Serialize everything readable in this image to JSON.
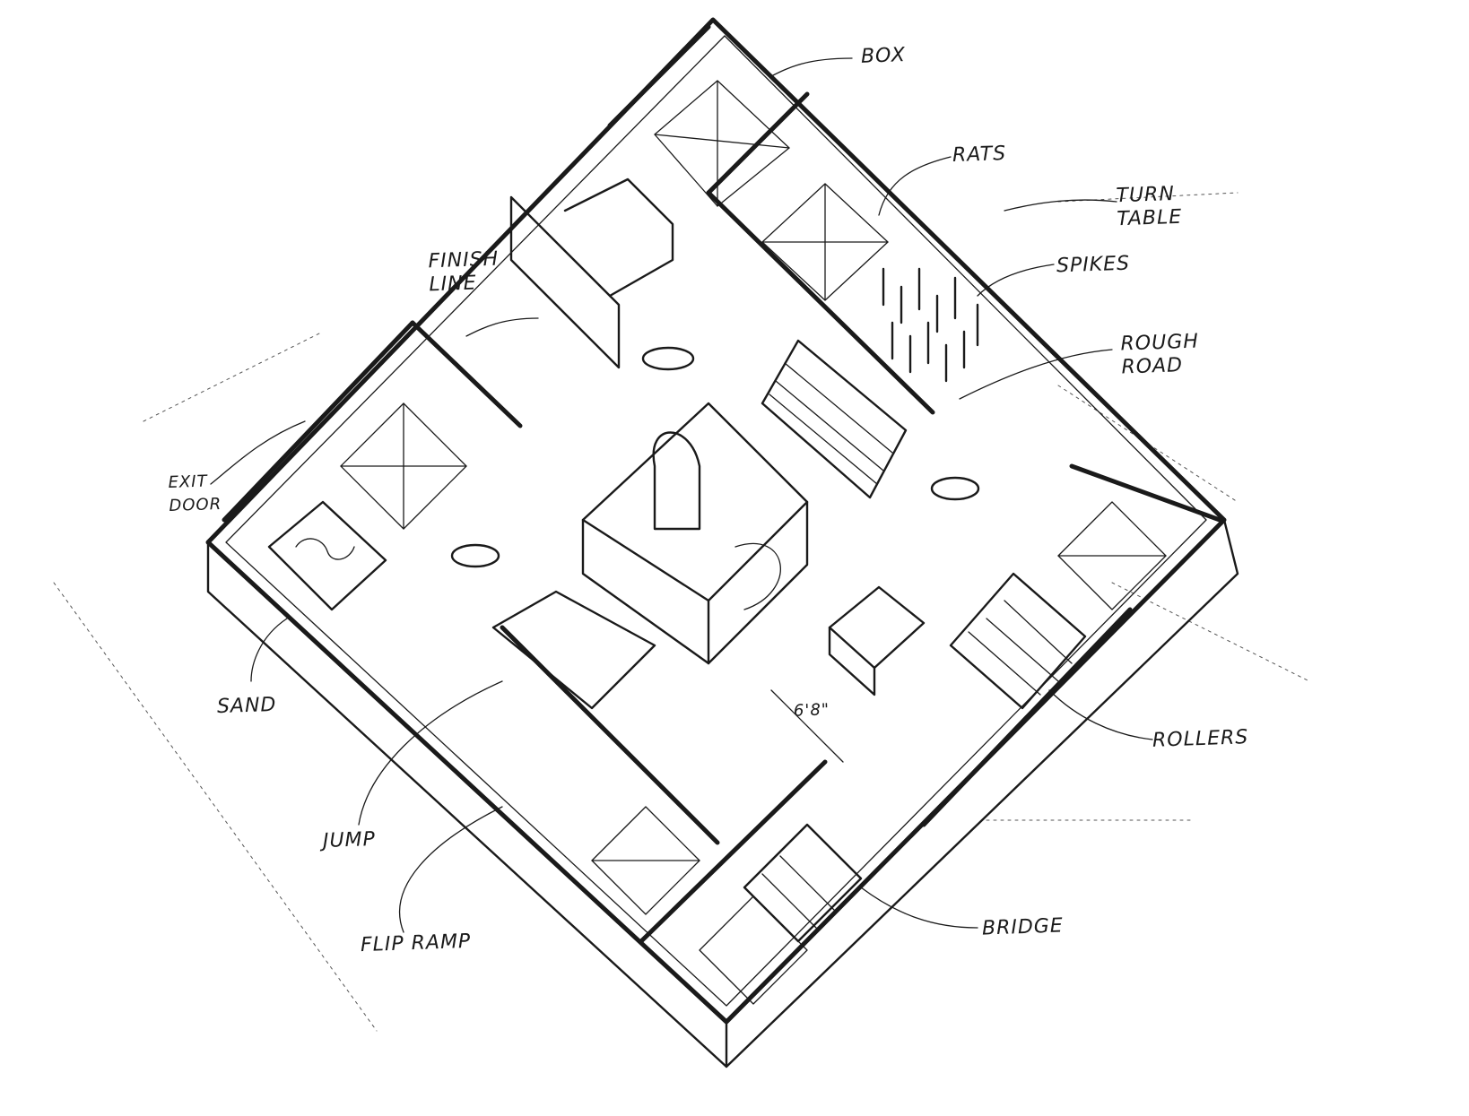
{
  "labels": {
    "box": "BOX",
    "rats": "RATS",
    "turn_table": "TURN\nTABLE",
    "spikes": "SPIKES",
    "rough_road": "ROUGH\nROAD",
    "finish_line": "FINISH\nLINE",
    "exit_door": "EXIT\nDOOR",
    "sand": "SAND",
    "jump": "JUMP",
    "flip_ramp": "FLIP RAMP",
    "bridge": "BRIDGE",
    "rollers": "ROLLERS",
    "dimension": "6'8\""
  }
}
